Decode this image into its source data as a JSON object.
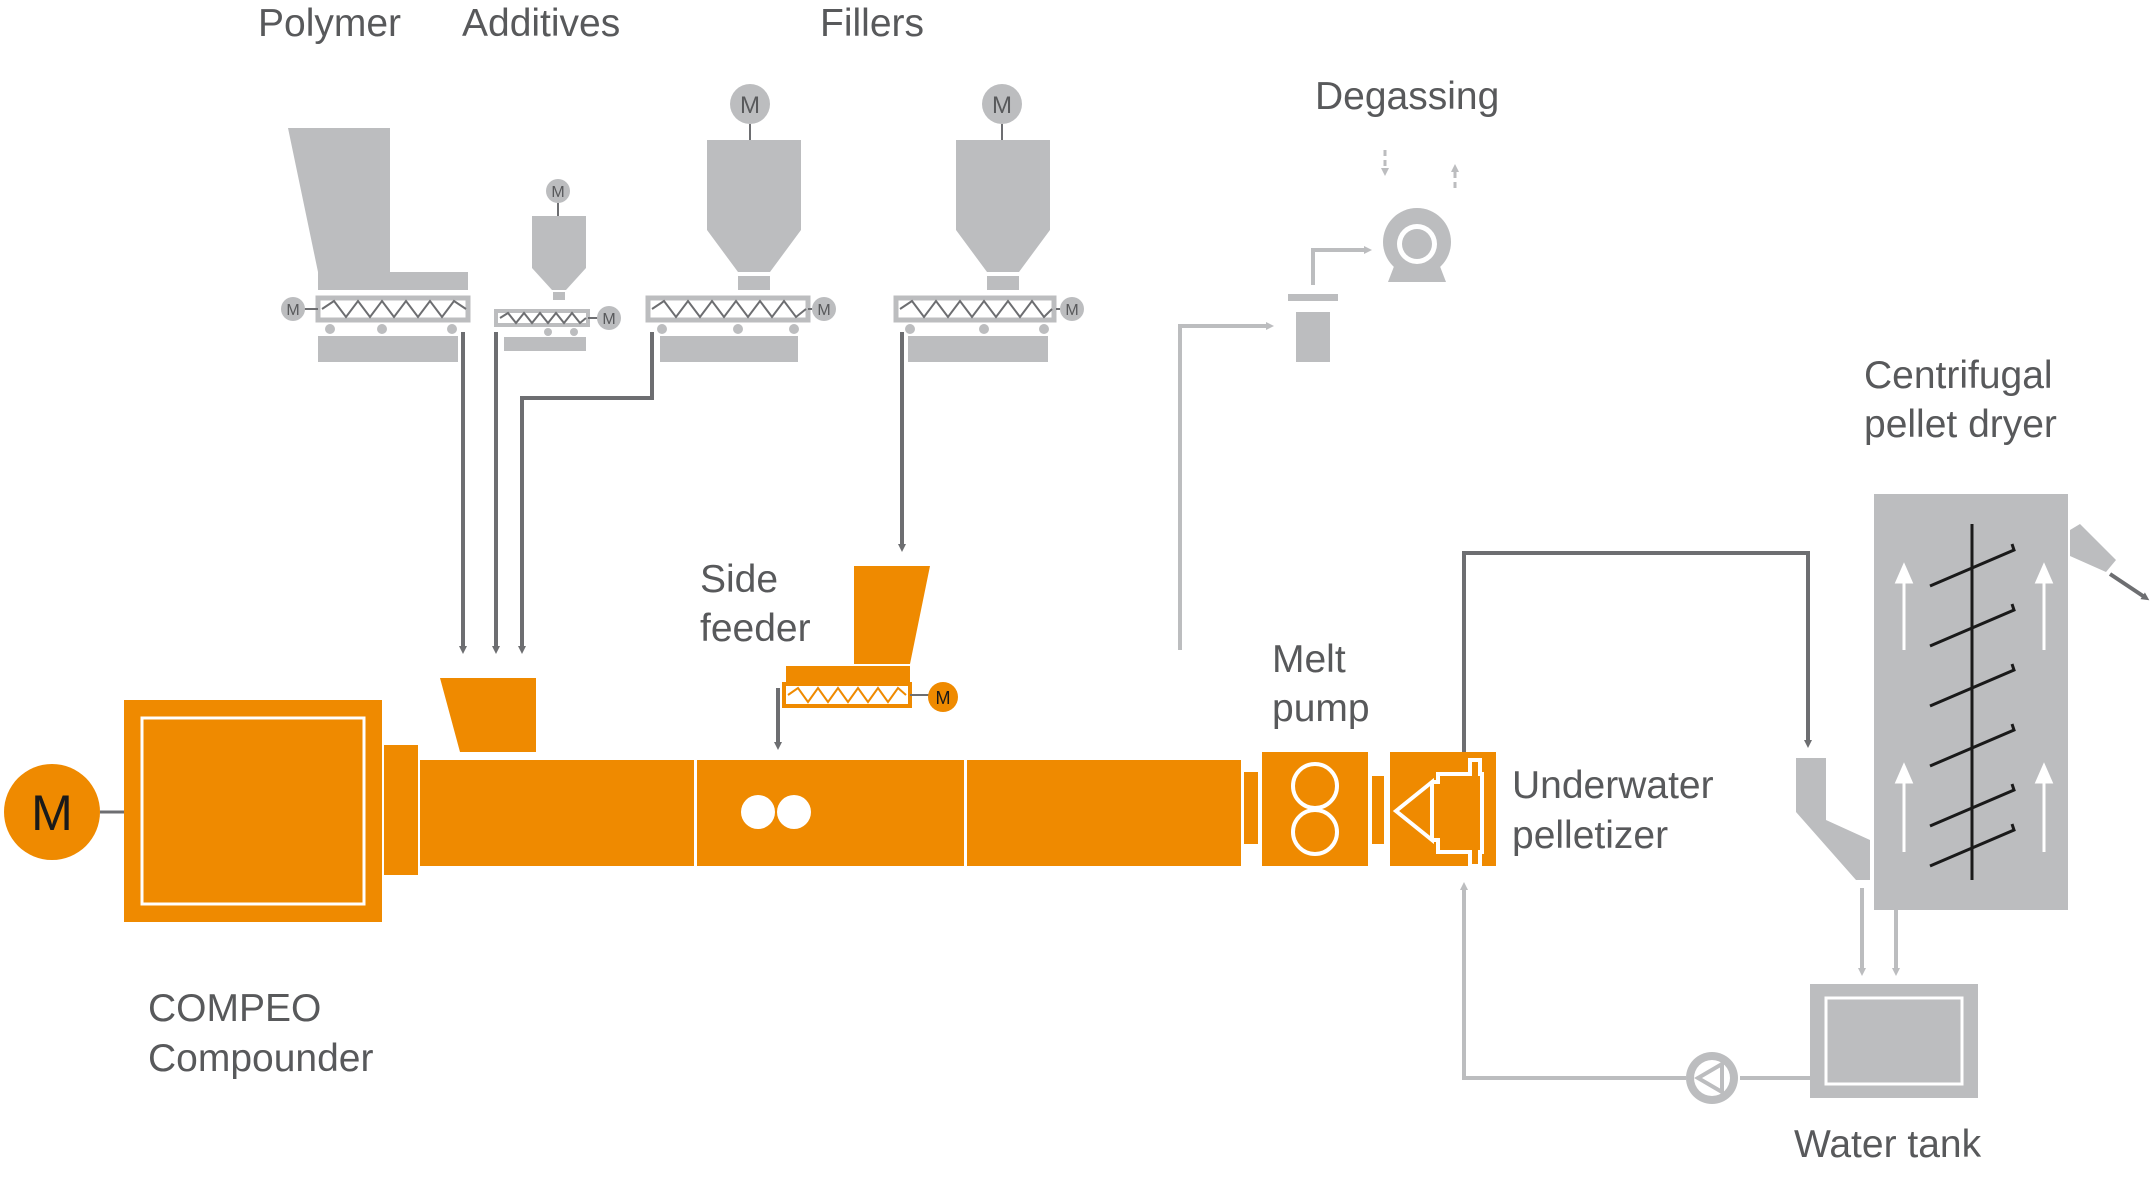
{
  "labels": {
    "polymer": "Polymer",
    "additives": "Additives",
    "fillers": "Fillers",
    "degassing": "Degassing",
    "centrifugal_line1": "Centrifugal",
    "centrifugal_line2": "pellet dryer",
    "side_feeder_line1": "Side",
    "side_feeder_line2": "feeder",
    "melt_pump_line1": "Melt",
    "melt_pump_line2": "pump",
    "pelletizer_line1": "Underwater",
    "pelletizer_line2": "pelletizer",
    "compounder_line1": "COMPEO",
    "compounder_line2": "Compounder",
    "water_tank": "Water tank"
  },
  "motor_symbol": "M",
  "colors": {
    "orange": "#ef8a00",
    "gray": "#bcbdbf",
    "dark_line": "#6d6e71",
    "light_line": "#bcbdbf",
    "text": "#58595b"
  },
  "icons": {
    "motor": "motor-icon",
    "screw": "screw-conveyor-icon",
    "pump": "pump-icon",
    "arrow": "flow-arrow-icon"
  }
}
